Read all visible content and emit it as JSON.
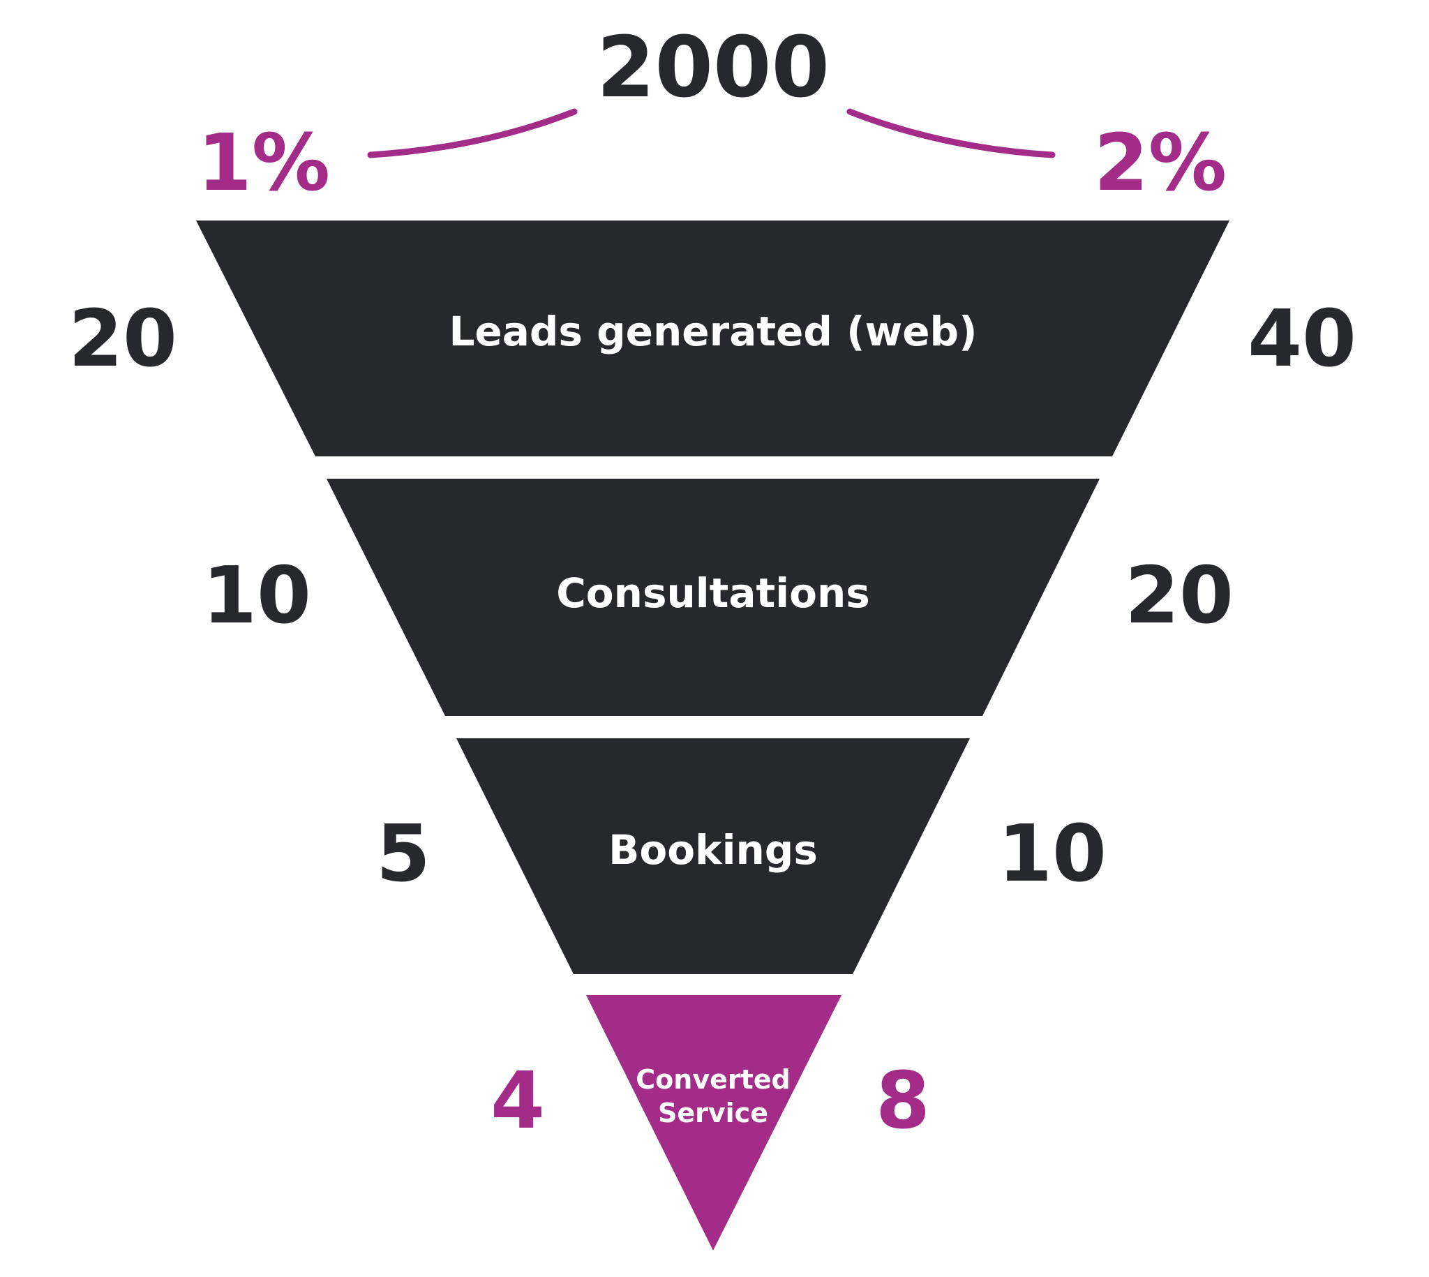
{
  "colors": {
    "dark": "#27282c",
    "accent": "#a22c87",
    "label": "#ffffff"
  },
  "top": {
    "total": "2000",
    "rate_low": "1%",
    "rate_high": "2%"
  },
  "stages": [
    {
      "label": "Leads generated (web)",
      "low": "20",
      "high": "40",
      "color": "dark"
    },
    {
      "label": "Consultations",
      "low": "10",
      "high": "20",
      "color": "dark"
    },
    {
      "label": "Bookings",
      "low": "5",
      "high": "10",
      "color": "dark"
    },
    {
      "label_lines": [
        "Converted",
        "Service"
      ],
      "low": "4",
      "high": "8",
      "color": "accent"
    }
  ]
}
